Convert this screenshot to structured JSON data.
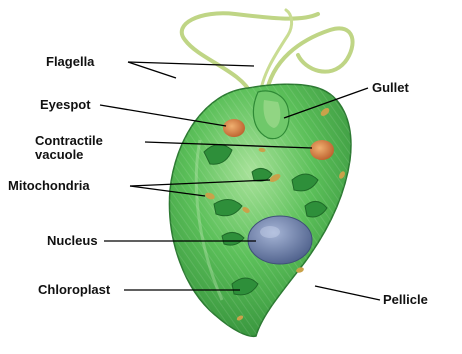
{
  "diagram": {
    "labels": {
      "flagella": "Flagella",
      "eyespot": "Eyespot",
      "contractile_vacuole_line1": "Contractile",
      "contractile_vacuole_line2": "vacuole",
      "mitochondria": "Mitochondria",
      "nucleus": "Nucleus",
      "chloroplast": "Chloroplast",
      "gullet": "Gullet",
      "pellicle": "Pellicle"
    },
    "colors": {
      "cell_body": "#49b34a",
      "cell_highlight": "#8fd37e",
      "cell_dark": "#2f8a36",
      "flagellum": "#cfe08e",
      "eyespot": "#d47a3a",
      "nucleus": "#6b7fa8",
      "chloroplast": "#2e8f3a",
      "mitochondria": "#c9a24a",
      "label_line": "#000000"
    }
  }
}
